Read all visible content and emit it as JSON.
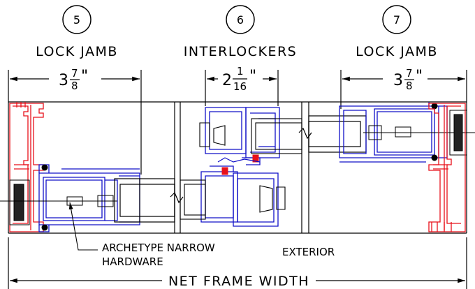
{
  "callouts": [
    {
      "number": "5",
      "label": "LOCK JAMB"
    },
    {
      "number": "6",
      "label": "INTERLOCKERS"
    },
    {
      "number": "7",
      "label": "LOCK JAMB"
    }
  ],
  "dimensions": {
    "left": {
      "whole": "3",
      "num": "7",
      "den": "8",
      "unit": "\""
    },
    "center": {
      "whole": "2",
      "num": "1",
      "den": "16",
      "unit": "\""
    },
    "right": {
      "whole": "3",
      "num": "7",
      "den": "8",
      "unit": "\""
    }
  },
  "notes": {
    "hardware_line1": "ARCHETYPE NARROW",
    "hardware_line2": "HARDWARE",
    "exterior": "EXTERIOR",
    "overall": "NET FRAME WIDTH"
  },
  "colors": {
    "frame": "#e8101a",
    "sash": "#1010c8",
    "line": "#000000"
  }
}
